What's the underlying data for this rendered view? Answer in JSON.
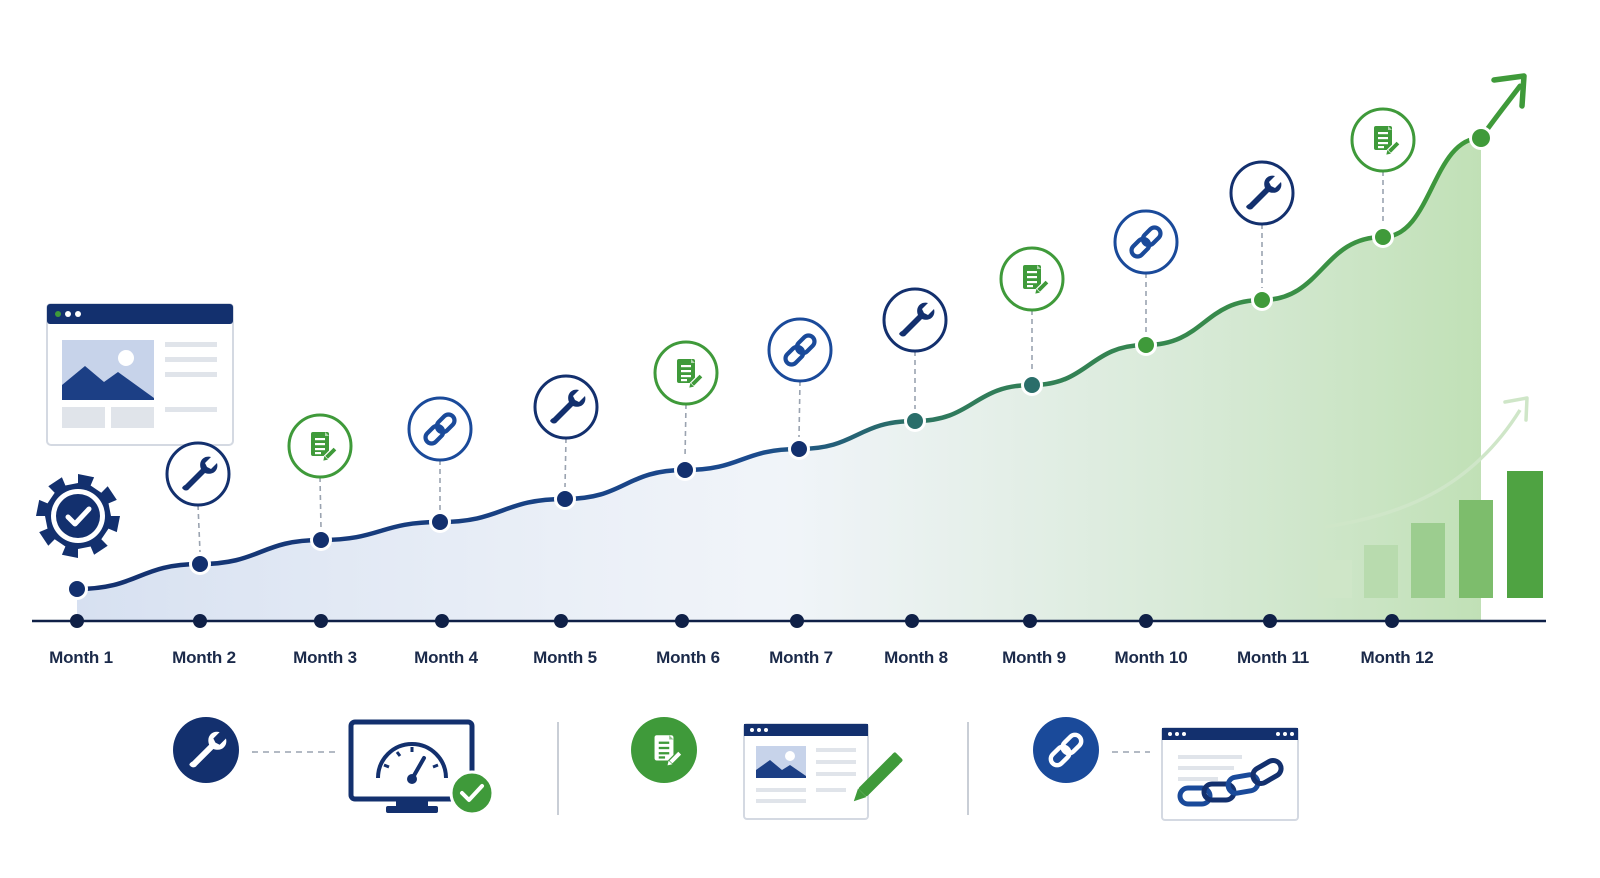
{
  "timeline": {
    "months": [
      {
        "label": "Month 1",
        "icon": "gear-check-icon"
      },
      {
        "label": "Month 2",
        "icon": "wrench-icon"
      },
      {
        "label": "Month 3",
        "icon": "document-edit-icon"
      },
      {
        "label": "Month 4",
        "icon": "link-icon"
      },
      {
        "label": "Month 5",
        "icon": "wrench-icon"
      },
      {
        "label": "Month 6",
        "icon": "document-edit-icon"
      },
      {
        "label": "Month 7",
        "icon": "link-icon"
      },
      {
        "label": "Month 8",
        "icon": "wrench-icon"
      },
      {
        "label": "Month 9",
        "icon": "document-edit-icon"
      },
      {
        "label": "Month 10",
        "icon": "link-icon"
      },
      {
        "label": "Month 11",
        "icon": "wrench-icon"
      },
      {
        "label": "Month 12",
        "icon": "document-edit-icon"
      }
    ]
  },
  "legend": [
    {
      "icon": "wrench-icon",
      "illustration": "monitor-speed-check-icon"
    },
    {
      "icon": "document-edit-icon",
      "illustration": "webpage-edit-icon"
    },
    {
      "icon": "link-icon",
      "illustration": "webpage-chain-icon"
    }
  ],
  "colors": {
    "navy": "#0f2a5e",
    "blue": "#1a4a9a",
    "green": "#3f9a3a",
    "light_green": "#b9dcb1",
    "axis": "#0f2047"
  }
}
